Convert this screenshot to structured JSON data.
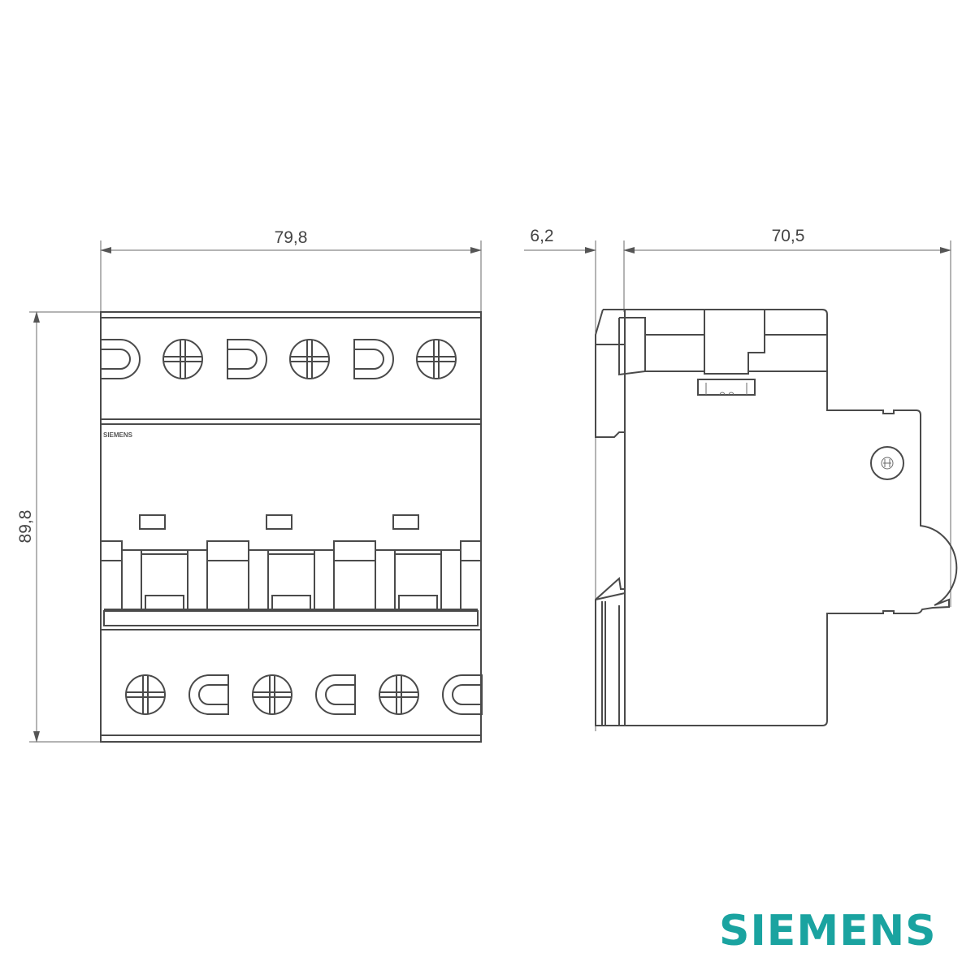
{
  "dimensions": {
    "front_width": "79,8",
    "front_height": "89,8",
    "side_rail_offset": "6,2",
    "side_depth": "70,5"
  },
  "front_view": {
    "label": "SIEMENS",
    "poles": 3
  },
  "brand": {
    "logo": "SIEMENS",
    "color": "#1aa3a0"
  },
  "line_color": "#4a4a4a"
}
